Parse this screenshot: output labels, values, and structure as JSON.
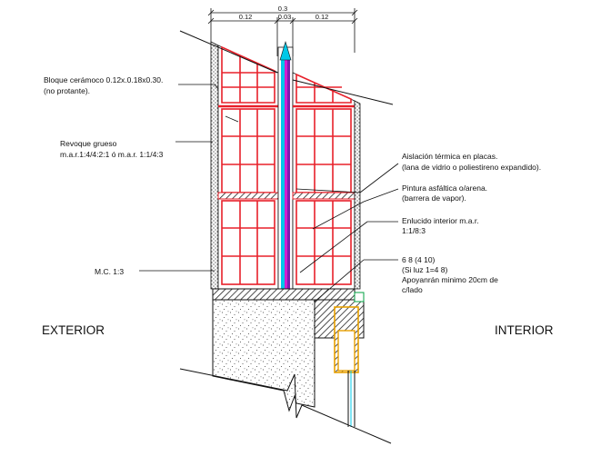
{
  "dimensions": {
    "total": "0.3",
    "left": "0.12",
    "gap": "0.03",
    "right": "0.12"
  },
  "labels": {
    "block": [
      "Bloque cerámoco 0.12x.0.18x0.30.",
      "(no protante)."
    ],
    "render": [
      "Revoque grueso",
      "m.a.r.1:4/4:2:1 ó m.a.r. 1:1/4:3"
    ],
    "mortar": "M.C. 1:3",
    "insulation": [
      "Aislación térmica en placas.",
      "(lana de vidrio o poliestireno expandido)."
    ],
    "paint": [
      "Pintura asfáltica o/arena.",
      "(barrera de vapor)."
    ],
    "plaster": [
      "Enlucido interior m.a.r.",
      "1:1/8:3"
    ],
    "lintel": [
      "6 8 (4 10)",
      "(Si luz 1=4 8)",
      "Apoyanrán minimo 20cm de",
      "c/lado"
    ]
  },
  "sides": {
    "exterior": "EXTERIOR",
    "interior": "INTERIOR"
  },
  "colors": {
    "brick": "#e8202a",
    "insulation": "#00c8e8",
    "vapor_barrier": "#d020d0",
    "frame": "#e8a000",
    "line": "#111111"
  }
}
